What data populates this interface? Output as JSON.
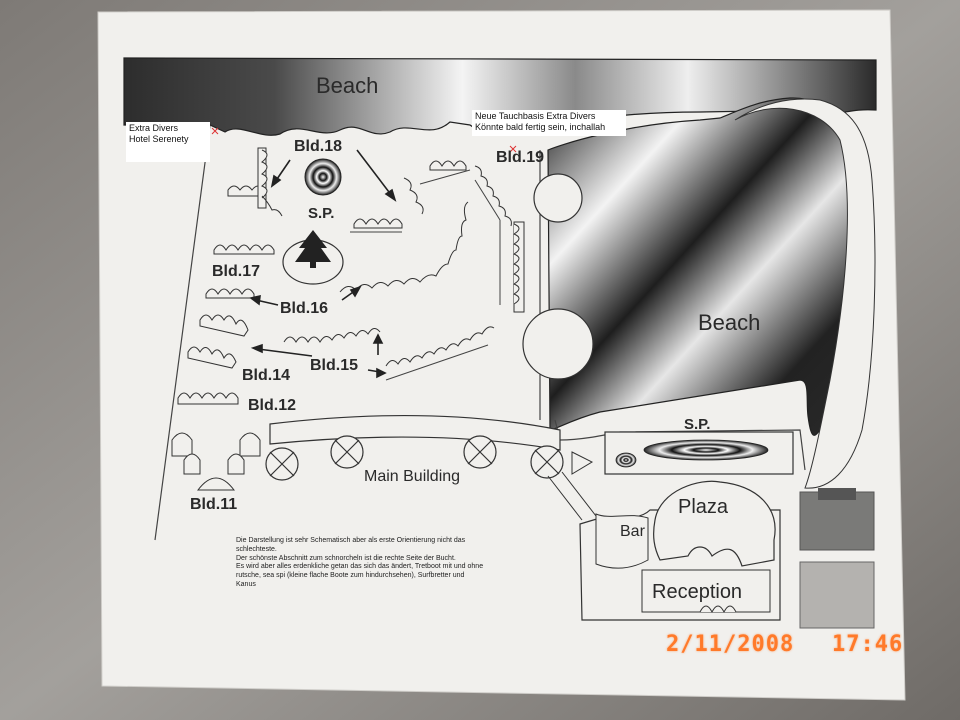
{
  "map": {
    "beach_top": "Beach",
    "beach_right": "Beach",
    "labels": {
      "bld18": "Bld.18",
      "bld19": "Bld.19",
      "bld17": "Bld.17",
      "bld16": "Bld.16",
      "bld15": "Bld.15",
      "bld14": "Bld.14",
      "bld12": "Bld.12",
      "bld11": "Bld.11",
      "sp_left": "S.P.",
      "sp_right": "S.P.",
      "main_building": "Main Building",
      "plaza": "Plaza",
      "bar": "Bar",
      "reception": "Reception"
    }
  },
  "notes": {
    "note_left_line1": "Extra Divers",
    "note_left_line2": "Hotel Serenety",
    "note_right_line1": "Neue Tauchbasis Extra Divers",
    "note_right_line2": "Könnte bald fertig sein, inchallah"
  },
  "description": {
    "line1": "Die Darstellung ist sehr Schematisch aber als erste Orientierung nicht das schlechteste.",
    "line2": "Der schönste Abschnitt zum schnorcheln ist die rechte Seite der Bucht.",
    "line3": "Es wird aber alles erdenkliche getan das sich das ändert, Tretboot mit und ohne rutsche, sea spi (kleine flache Boote zum hindurchsehen), Surfbretter und Kanus"
  },
  "stamp": {
    "date": "2/11/2008",
    "time": "17:46"
  },
  "colors": {
    "paper": "#f2f1ee",
    "ink": "#3a3a3a",
    "background": "#8e8a86",
    "stamp": "#ff7a2a",
    "beach_dark": "#2c2c2c"
  }
}
